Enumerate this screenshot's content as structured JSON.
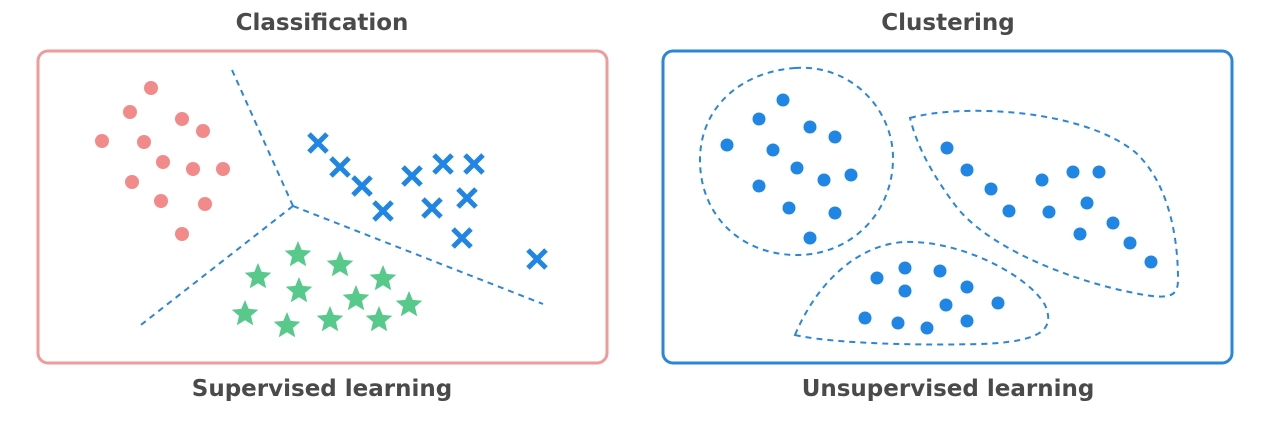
{
  "colors": {
    "classification_border": "#f09a9a",
    "clustering_border": "#2a86db",
    "boundary_line": "#2a86db",
    "dot_red": "#f38a8a",
    "cross_blue": "#1f86e6",
    "star_green": "#57c98a",
    "dot_blue": "#1f86e6",
    "text": "#4a4a4a"
  },
  "left": {
    "title": "Classification",
    "caption": "Supervised learning",
    "marker_shapes": [
      "circle",
      "cross",
      "star"
    ]
  },
  "right": {
    "title": "Clustering",
    "caption": "Unsupervised learning",
    "marker_shapes": [
      "circle"
    ]
  }
}
